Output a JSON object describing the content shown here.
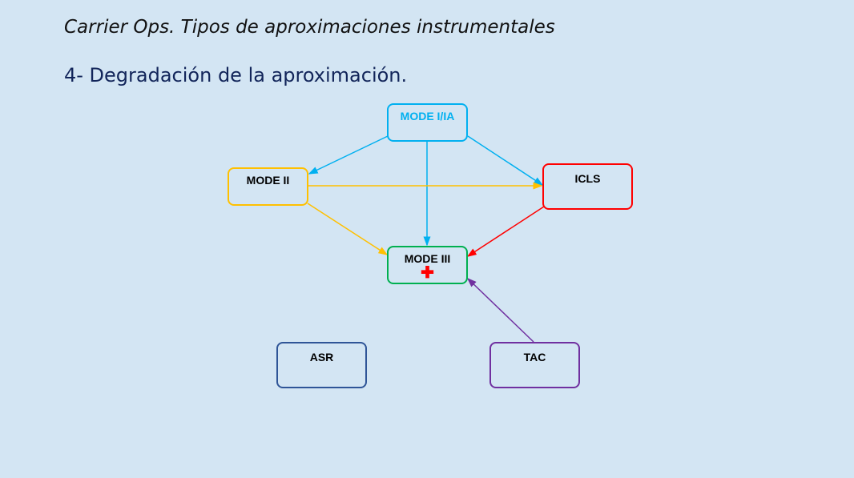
{
  "slide": {
    "title": "Carrier Ops. Tipos de aproximaciones instrumentales",
    "subtitle": "4- Degradación de la aproximación."
  },
  "nodes": {
    "mode1": {
      "label": "MODE I/IA",
      "color": "#00b0f0"
    },
    "mode2": {
      "label": "MODE II",
      "color": "#ffc000"
    },
    "icls": {
      "label": "ICLS",
      "color": "#ff0000"
    },
    "mode3": {
      "label": "MODE III",
      "color": "#00b050",
      "icon": "red-cross-icon"
    },
    "asr": {
      "label": "ASR",
      "color": "#2f5597"
    },
    "tac": {
      "label": "TAC",
      "color": "#7030a0"
    }
  },
  "edges": [
    {
      "from": "MODE I/IA",
      "to": "MODE II"
    },
    {
      "from": "MODE I/IA",
      "to": "MODE III"
    },
    {
      "from": "MODE I/IA",
      "to": "ICLS"
    },
    {
      "from": "MODE II",
      "to": "ICLS"
    },
    {
      "from": "MODE II",
      "to": "MODE III"
    },
    {
      "from": "ICLS",
      "to": "MODE III"
    },
    {
      "from": "TAC",
      "to": "MODE III"
    }
  ]
}
